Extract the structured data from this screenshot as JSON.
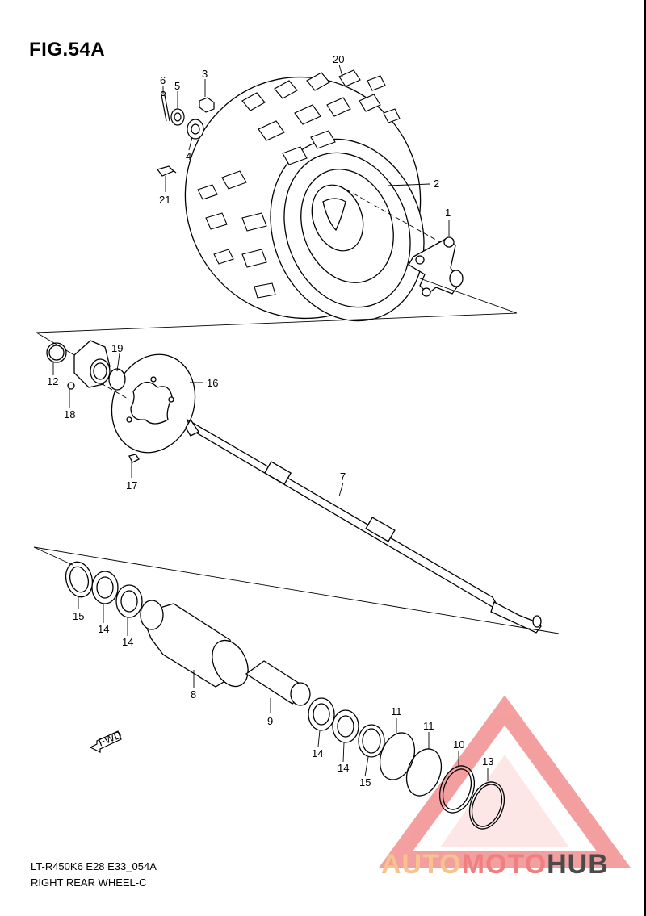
{
  "figure": {
    "title": "FIG.54A",
    "code": "LT-R450K6 E28 E33_054A",
    "name": "RIGHT REAR WHEEL-C"
  },
  "watermark": {
    "part1": "AUTO",
    "part2": "MOTO",
    "part3": "HUB",
    "colors": {
      "orange": "#f6c28e",
      "red": "#f08080",
      "dark": "#4a4a4a"
    }
  },
  "direction_tag": "FWD",
  "callouts": {
    "c1": "1",
    "c2": "2",
    "c3": "3",
    "c4": "4",
    "c5": "5",
    "c6": "6",
    "c7": "7",
    "c8": "8",
    "c9": "9",
    "c10": "10",
    "c11a": "11",
    "c11b": "11",
    "c12": "12",
    "c13": "13",
    "c14a": "14",
    "c14b": "14",
    "c14c": "14",
    "c14d": "14",
    "c15a": "15",
    "c15b": "15",
    "c16": "16",
    "c17": "17",
    "c18": "18",
    "c19": "19",
    "c20": "20",
    "c21": "21"
  }
}
